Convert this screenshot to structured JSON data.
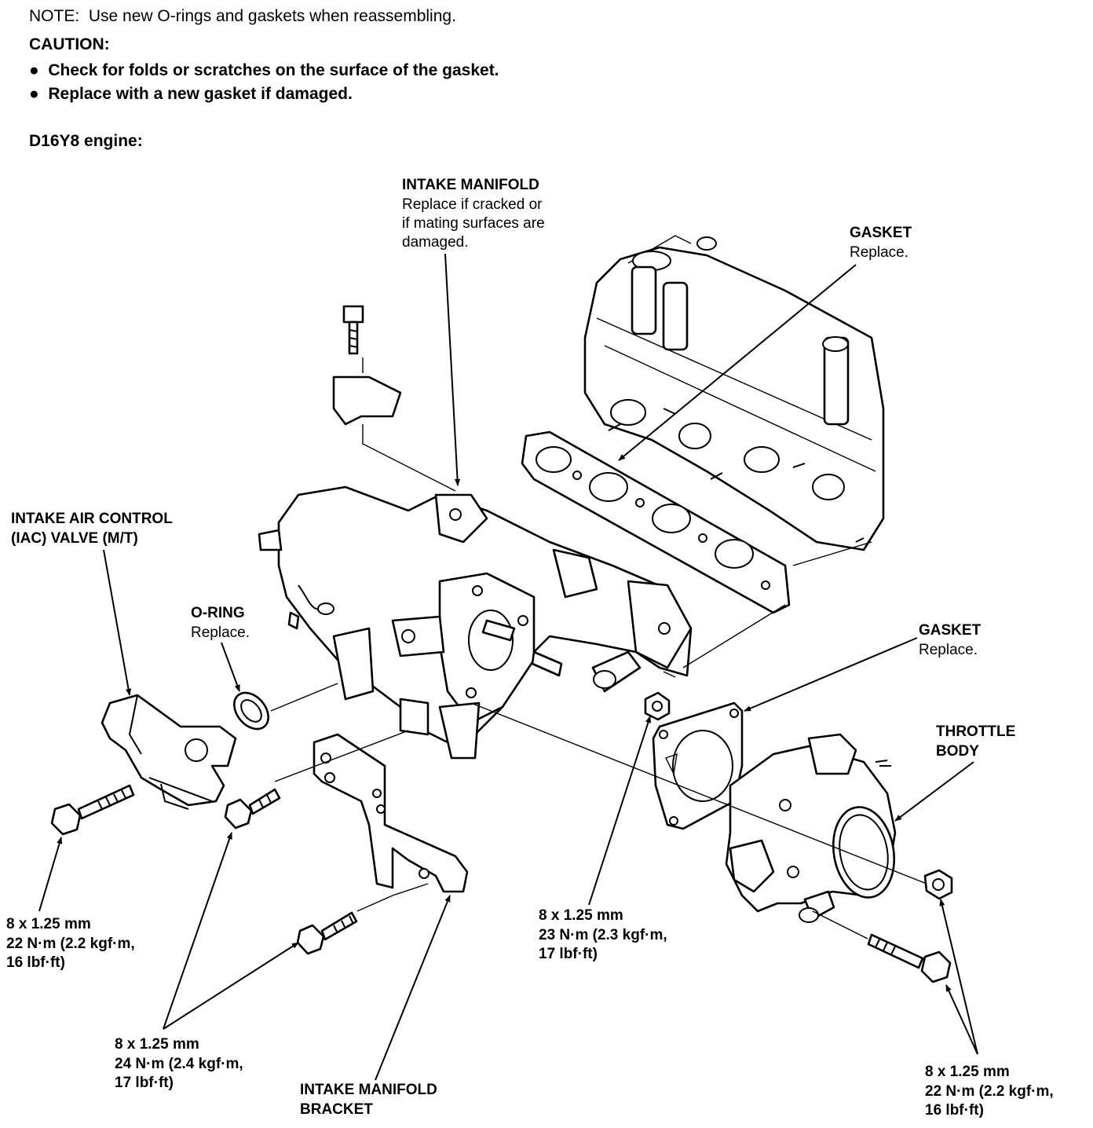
{
  "header": {
    "note": "NOTE:  Use new O-rings and gaskets when reassembling.",
    "caution_title": "CAUTION:",
    "bullets": [
      "Check for folds or scratches on the surface of the gasket.",
      "Replace with a new gasket if damaged."
    ],
    "engine": "D16Y8 engine:"
  },
  "labels": {
    "intake_manifold": {
      "title": "INTAKE MANIFOLD",
      "lines": [
        "Replace if cracked or",
        "if mating surfaces are",
        "damaged."
      ]
    },
    "gasket_top": {
      "title": "GASKET",
      "sub": "Replace."
    },
    "iac_valve": {
      "title": "INTAKE AIR CONTROL",
      "title2": "(IAC) VALVE (M/T)"
    },
    "o_ring": {
      "title": "O-RING",
      "sub": "Replace."
    },
    "gasket_right": {
      "title": "GASKET",
      "sub": "Replace."
    },
    "throttle_body": {
      "title": "THROTTLE",
      "title2": "BODY"
    },
    "bracket": {
      "title": "INTAKE MANIFOLD",
      "title2": "BRACKET"
    }
  },
  "torque_specs": {
    "iac_bolt": [
      "8 x 1.25 mm",
      "22 N·m (2.2 kgf·m,",
      "16 lbf·ft)"
    ],
    "bracket_bolts": [
      "8 x 1.25 mm",
      "24 N·m (2.4 kgf·m,",
      "17 lbf·ft)"
    ],
    "center_nut": [
      "8 x 1.25 mm",
      "23 N·m (2.3 kgf·m,",
      "17 lbf·ft)"
    ],
    "throttle_bolts": [
      "8 x 1.25 mm",
      "22 N·m (2.2 kgf·m,",
      "16 lbf·ft)"
    ]
  }
}
